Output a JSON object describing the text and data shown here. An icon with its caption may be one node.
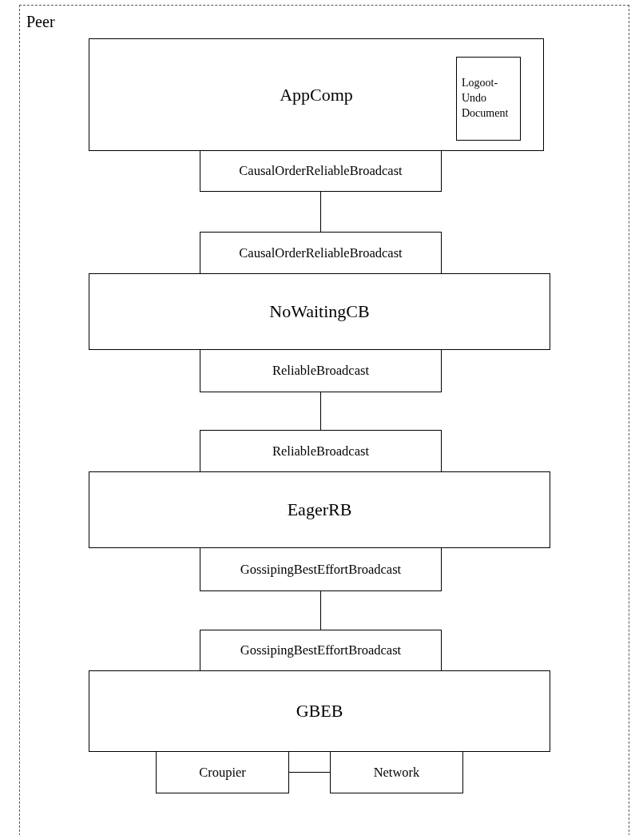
{
  "diagram": {
    "nodes": [
      {
        "text": [
          "Peer"
        ]
      },
      {
        "text": [
          "AppComp"
        ],
        "in": 0
      },
      {
        "text": [
          "Logoot-Undo Document"
        ],
        "in": 1
      },
      {
        "text": [
          "CausalOrderReliableBroadcast"
        ],
        "in": 0
      },
      {
        "text": [
          "NoWaitingCB"
        ],
        "in": 0
      },
      {
        "text": [
          "CausalOrderReliableBroadcast"
        ],
        "in": 0
      },
      {
        "text": [
          "ReliableBroadcast"
        ],
        "in": 0
      },
      {
        "text": [
          "EagerRB"
        ],
        "in": 0
      },
      {
        "text": [
          "ReliableBroadcast"
        ],
        "in": 0
      },
      {
        "text": [
          "GossipingBestEffortBroadcast"
        ],
        "in": 0
      },
      {
        "text": [
          "GBEB"
        ],
        "in": 0
      },
      {
        "text": [
          "GossipingBestEffortBroadcast"
        ],
        "in": 0
      },
      {
        "text": [
          "Croupier"
        ],
        "in": 0
      },
      {
        "text": [
          "Network"
        ],
        "in": 0
      }
    ],
    "edges": [
      {
        "from": 3,
        "to": 5,
        "arrow": "none"
      },
      {
        "from": 6,
        "to": 8,
        "arrow": "none"
      },
      {
        "from": 9,
        "to": 11,
        "arrow": "none"
      },
      {
        "from": 12,
        "to": 13,
        "arrow": "none"
      }
    ]
  }
}
